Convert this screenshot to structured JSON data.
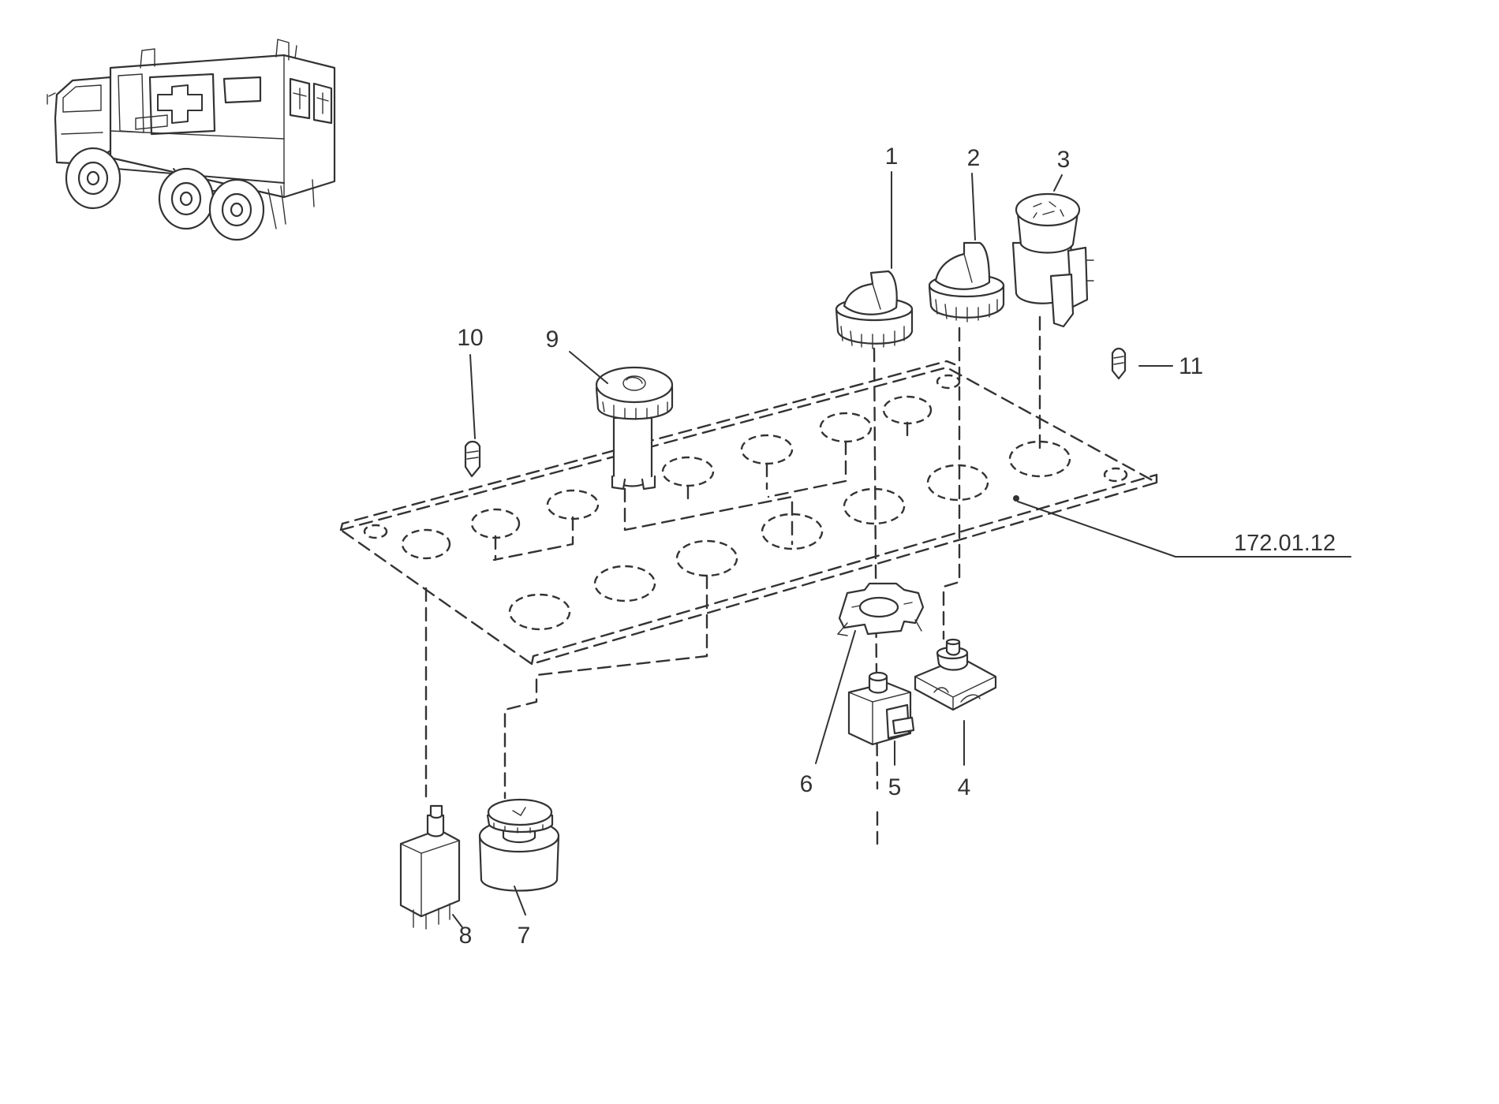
{
  "diagram": {
    "callouts": [
      "1",
      "2",
      "3",
      "4",
      "5",
      "6",
      "7",
      "8",
      "9",
      "10",
      "11"
    ],
    "reference_number": "172.01.12"
  },
  "icons": {
    "vehicle": "ambulance-truck-icon"
  }
}
